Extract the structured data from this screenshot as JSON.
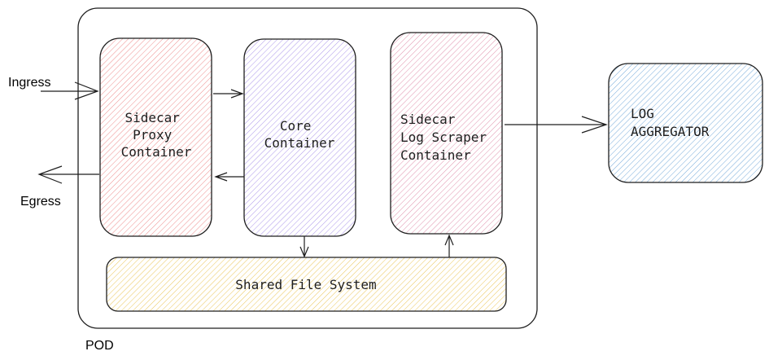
{
  "labels": {
    "ingress": "Ingress",
    "egress": "Egress",
    "pod": "POD"
  },
  "nodes": {
    "sidecar_proxy": {
      "lines": [
        "Sidecar",
        "Proxy",
        "Container"
      ],
      "color": "#e03131"
    },
    "core": {
      "lines": [
        "Core",
        "Container"
      ],
      "color": "#6741d9"
    },
    "log_scraper": {
      "lines": [
        "Sidecar",
        "Log Scraper",
        "Container"
      ],
      "color": "#c2255c"
    },
    "log_aggregator": {
      "lines": [
        "LOG",
        "AGGREGATOR"
      ],
      "color": "#1971c2"
    },
    "shared_fs": {
      "lines": [
        "Shared File System"
      ],
      "color": "#f08c00"
    }
  }
}
